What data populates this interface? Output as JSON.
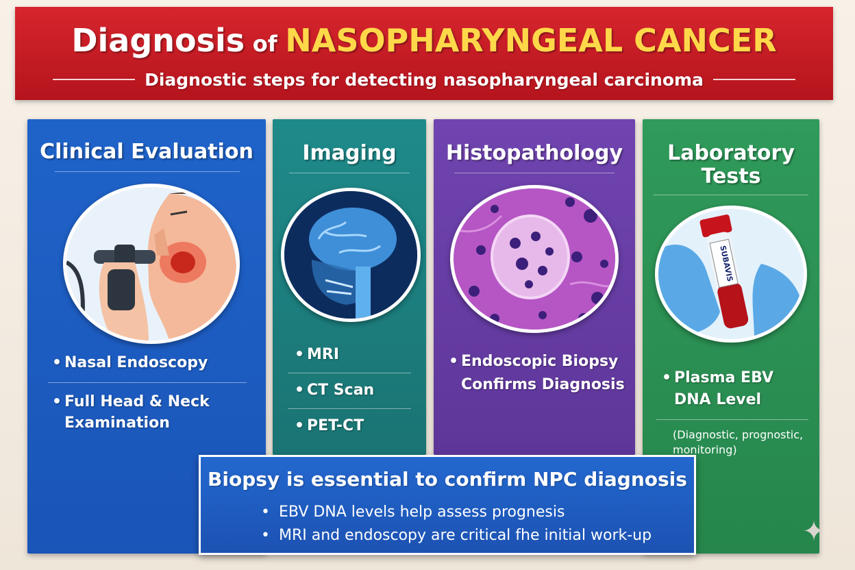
{
  "header": {
    "title_part1": "Diagnosis",
    "title_part2": "of",
    "title_part3": "NASOPHARYNGEAL CANCER",
    "subtitle": "Diagnostic steps for detecting nasopharyngeal carcinoma"
  },
  "panels": [
    {
      "title": "Clinical Evaluation",
      "illustration": "nasal-endoscopy-illustration",
      "bullets": [
        "Nasal Endoscopy",
        "Full Head & Neck",
        "Examination"
      ]
    },
    {
      "title": "Imaging",
      "illustration": "brain-scan-illustration",
      "bullets": [
        "MRI",
        "CT Scan",
        "PET-CT"
      ]
    },
    {
      "title": "Histopathology",
      "illustration": "tissue-cells-illustration",
      "bullets": [
        "Endoscopic Biopsy",
        "Confirms Diagnosis"
      ]
    },
    {
      "title_line1": "Laboratory",
      "title_line2": "Tests",
      "illustration": "blood-tube-illustration",
      "bullets": [
        "Plasma EBV",
        "DNA Level"
      ],
      "note_line1": "(Diagnostic, prognostic,",
      "note_line2": "monitoring)"
    }
  ],
  "tube_label": "SUBAVIS",
  "banner": {
    "title": "Biopsy is essential to confirm NPC diagnosis",
    "items": [
      "EBV DNA levels help assess prognesis",
      "MRI and endoscopy are critical fhe initial work-up"
    ]
  },
  "bullet_symbol": "•",
  "colors": {
    "header_red": "#c41c24",
    "title_yellow": "#ffd84a",
    "clinical_blue": "#1f63c9",
    "imaging_teal": "#1f8a8a",
    "histo_purple": "#7044b0",
    "lab_green": "#2f9a5a"
  }
}
